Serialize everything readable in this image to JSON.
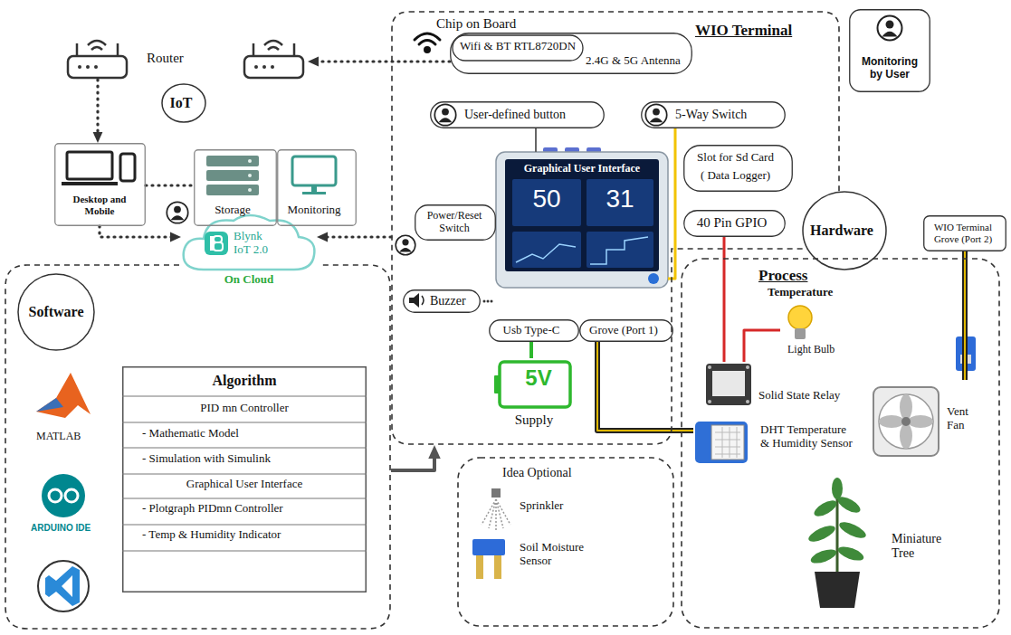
{
  "diagram": {
    "nodes": [
      {
        "text": [
          "Chip on Board",
          "WIO Terminal"
        ]
      },
      {
        "text": [
          "Wifi & BT RTL8720DN",
          "2.4G & 5G Antenna"
        ],
        "in": 0
      },
      {
        "text": [
          "User-defined button"
        ],
        "in": 0
      },
      {
        "text": [
          "5-Way Switch"
        ],
        "in": 0
      },
      {
        "text": [
          "Graphical User Interface",
          "50",
          "31"
        ],
        "in": 0
      },
      {
        "text": [
          "Slot for Sd Card",
          "( Data Logger)"
        ],
        "in": 0
      },
      {
        "text": [
          "40 Pin GPIO"
        ],
        "in": 0
      },
      {
        "text": [
          "Power/Reset Switch"
        ],
        "in": 0
      },
      {
        "text": [
          "Buzzer"
        ],
        "in": 0
      },
      {
        "text": [
          "Usb Type-C"
        ],
        "in": 0
      },
      {
        "text": [
          "Grove (Port 1)"
        ],
        "in": 0
      },
      {
        "text": [
          "5V",
          "Supply"
        ],
        "in": 0
      },
      {
        "text": [
          "Router"
        ]
      },
      {
        "text": [
          "IoT"
        ]
      },
      {
        "text": [
          "Desktop and Mobile"
        ]
      },
      {
        "text": [
          "Storage"
        ]
      },
      {
        "text": [
          "Monitoring"
        ]
      },
      {
        "text": [
          "Monitoring by User"
        ]
      },
      {
        "text": [
          "Hardware"
        ]
      },
      {
        "text": [
          "WIO Terminal Grove (Port 2)"
        ]
      },
      {
        "text": [
          "Process",
          "Temperature"
        ]
      },
      {
        "text": [
          "Light Bulb"
        ],
        "in": 20
      },
      {
        "text": [
          "Solid State Relay"
        ],
        "in": 20
      },
      {
        "text": [
          "DHT Temperature & Humidity Sensor"
        ],
        "in": 20
      },
      {
        "text": [
          "Vent Fan"
        ],
        "in": 20
      },
      {
        "text": [
          "Miniature Tree"
        ],
        "in": 20
      },
      {
        "text": [
          "Idea Optional"
        ]
      },
      {
        "text": [
          "Blynk IoT 2.0",
          "On Cloud"
        ]
      },
      {
        "text": [
          "Software"
        ]
      },
      {
        "text": [
          "Algorithm",
          "PID mn Controller",
          "- Mathematic Model",
          "- Simulation with Simulink",
          "Graphical User Interface",
          "- Plotgraph PIDmn Controller",
          "- Temp & Humidity Indicator"
        ],
        "in": 28
      }
    ],
    "edges": [
      {
        "from": 1,
        "to": 12,
        "arrow": "to"
      },
      {
        "from": 12,
        "to": 14,
        "arrow": "to"
      },
      {
        "from": 14,
        "to": 15,
        "arrow": "none"
      },
      {
        "from": 14,
        "to": 27,
        "arrow": "to"
      },
      {
        "from": 0,
        "to": 27,
        "arrow": "to"
      },
      {
        "from": 28,
        "to": 0,
        "arrow": "to"
      },
      {
        "from": 9,
        "to": 11,
        "arrow": "none"
      },
      {
        "from": 10,
        "to": 23,
        "arrow": "none"
      },
      {
        "from": 6,
        "to": 22,
        "arrow": "none"
      },
      {
        "from": 22,
        "to": 21,
        "arrow": "none"
      },
      {
        "from": 19,
        "to": 24,
        "arrow": "none"
      },
      {
        "from": 2,
        "to": 4,
        "arrow": "none"
      },
      {
        "from": 3,
        "to": 4,
        "arrow": "none"
      }
    ],
    "labels": [
      "MATLAB",
      "ARDUINO IDE",
      "Sprinkler",
      "Soil Moisture Sensor"
    ]
  }
}
